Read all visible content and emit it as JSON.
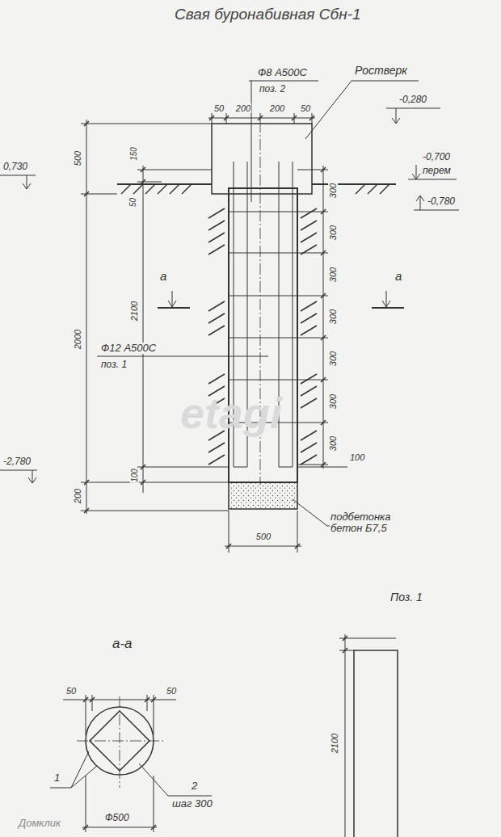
{
  "diagram": {
    "title": "Свая буронабивная Сбн-1",
    "labels": [
      "Ф8 А500С",
      "поз. 2",
      "50",
      "200",
      "200",
      "50",
      "Ростверк",
      "-0,280",
      "0,730",
      "-0,700",
      "перем",
      "-0,780",
      "500",
      "150",
      "50",
      "300",
      "300",
      "300",
      "300",
      "300",
      "300",
      "300",
      "а",
      "а",
      "2100",
      "2000",
      "Ф12 А500С",
      "поз. 1",
      "100",
      "-2,780",
      "200",
      "100",
      "подбетонка бетон Б7,5",
      "500",
      "Поз. 1",
      "а-а",
      "50",
      "50",
      "1",
      "2",
      "шаг 300",
      "Ф500",
      "2100",
      "etagi",
      "Домклик"
    ]
  }
}
